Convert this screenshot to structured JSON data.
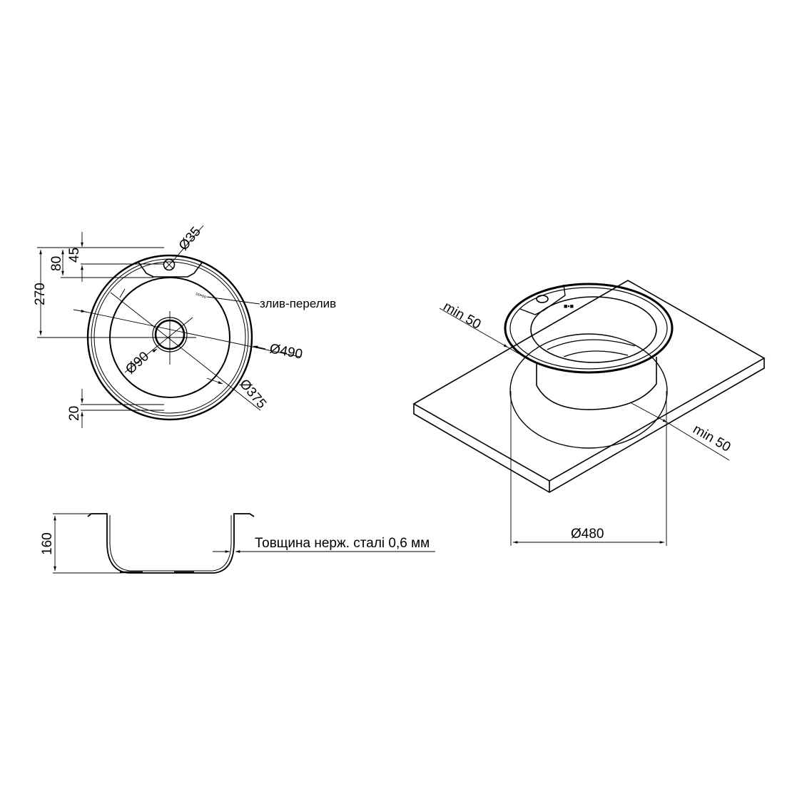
{
  "top_view": {
    "dim_overall_diameter": "Ø490",
    "dim_bowl_diameter": "Ø375",
    "dim_drain_diameter": "Ø90",
    "dim_tap_hole_diameter": "Ø35",
    "dim_270": "270",
    "dim_80": "80",
    "dim_45": "45",
    "dim_20": "20",
    "overflow_label": "злив-перелив"
  },
  "side_view": {
    "dim_height": "160",
    "thickness_note": "Товщина нерж. сталі 0,6 мм"
  },
  "iso_view": {
    "min_clearance_left": "min 50",
    "min_clearance_right": "min 50",
    "cutout_diameter": "Ø480"
  }
}
